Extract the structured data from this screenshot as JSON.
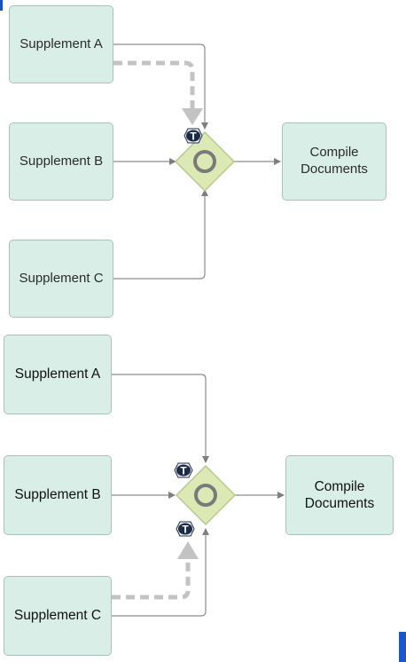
{
  "diagrams": [
    {
      "tasks": {
        "supplement_a": "Supplement A",
        "supplement_b": "Supplement B",
        "supplement_c": "Supplement C",
        "compile": "Compile\nDocuments"
      },
      "gateway_marker": "T",
      "dashed_flow_from": "Supplement A"
    },
    {
      "tasks": {
        "supplement_a": "Supplement A",
        "supplement_b": "Supplement B",
        "supplement_c": "Supplement C",
        "compile": "Compile\nDocuments"
      },
      "gateway_marker": "T",
      "dashed_flow_from": "Supplement C"
    }
  ],
  "colors": {
    "task_fill": "#d9eee6",
    "task_border": "#a9c2b8",
    "gateway_fill": "#dde9b4",
    "gateway_border": "#b7c88e",
    "flow_line": "#8c8c8c",
    "dashed_flow": "#c3c3c3"
  },
  "icons": [
    "gateway-diamond-icon",
    "timer-marker-icon",
    "arrowhead-icon"
  ]
}
